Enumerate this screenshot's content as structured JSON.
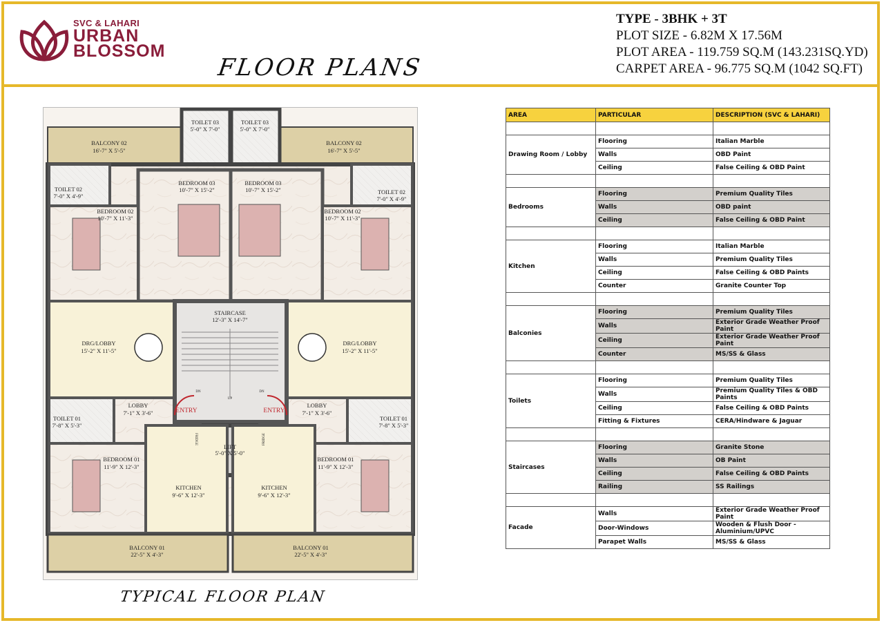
{
  "brand": {
    "top": "SVC & LAHARI",
    "line1": "URBAN",
    "line2": "BLOSSOM"
  },
  "page_title": "FLOOR PLANS",
  "specs": {
    "type": "TYPE - 3BHK + 3T",
    "plot_size": "PLOT SIZE - 6.82M X 17.56M",
    "plot_area": "PLOT AREA - 119.759 SQ.M (143.231SQ.YD)",
    "carpet_area": "CARPET AREA - 96.775 SQ.M (1042 SQ.FT)"
  },
  "plan": {
    "caption": "TYPICAL FLOOR PLAN",
    "rooms": {
      "toilet03_l": [
        "TOILET 03",
        "5'-0\" X 7'-0\""
      ],
      "toilet03_r": [
        "TOILET 03",
        "5'-0\" X 7'-0\""
      ],
      "balcony02_l": [
        "BALCONY 02",
        "16'-7\" X 5'-5\""
      ],
      "balcony02_r": [
        "BALCONY 02",
        "16'-7\" X 5'-5\""
      ],
      "toilet02_l": [
        "TOILET 02",
        "7'-0\" X 4'-9\""
      ],
      "toilet02_r": [
        "TOILET 02",
        "7'-0\" X 4'-9\""
      ],
      "bedroom03_l": [
        "BEDROOM 03",
        "10'-7\" X 15'-2\""
      ],
      "bedroom03_r": [
        "BEDROOM 03",
        "10'-7\" X 15'-2\""
      ],
      "bedroom02_l": [
        "BEDROOM 02",
        "10'-7\" X 11'-3\""
      ],
      "bedroom02_r": [
        "BEDROOM 02",
        "10'-7\" X 11'-3\""
      ],
      "staircase": [
        "STAIRCASE",
        "12'-3\" X 14'-7\""
      ],
      "drg_l": [
        "DRG/LOBBY",
        "15'-2\" X 11'-5\""
      ],
      "drg_r": [
        "DRG/LOBBY",
        "15'-2\" X 11'-5\""
      ],
      "lobby_l": [
        "LOBBY",
        "7'-1\" X 3'-6\""
      ],
      "lobby_r": [
        "LOBBY",
        "7'-1\" X 3'-6\""
      ],
      "toilet01_l": [
        "TOILET 01",
        "7'-8\" X 5'-3\""
      ],
      "toilet01_r": [
        "TOILET 01",
        "7'-8\" X 5'-3\""
      ],
      "lift": [
        "LIFT",
        "5'-0\" X 5'-0\""
      ],
      "bedroom01_l": [
        "BEDROOM 01",
        "11'-9\" X 12'-3\""
      ],
      "bedroom01_r": [
        "BEDROOM 01",
        "11'-9\" X 12'-3\""
      ],
      "kitchen_l": [
        "KITCHEN",
        "9'-6\" X 12'-3\""
      ],
      "kitchen_r": [
        "KITCHEN",
        "9'-6\" X 12'-3\""
      ],
      "balcony01_l": [
        "BALCONY 01",
        "22'-5\" X 4'-3\""
      ],
      "balcony01_r": [
        "BALCONY 01",
        "22'-5\" X 4'-3\""
      ]
    },
    "entry": "ENTRY",
    "fridge": "FRIDGE",
    "stair_dn": "DN",
    "stair_up": "UP"
  },
  "table": {
    "headers": [
      "AREA",
      "PARTICULAR",
      "DESCRIPTION (SVC & LAHARI)"
    ],
    "groups": [
      {
        "area": "Drawing Room / Lobby",
        "shaded": false,
        "rows": [
          [
            "Flooring",
            "Italian Marble"
          ],
          [
            "Walls",
            "OBD Paint"
          ],
          [
            "Ceiling",
            "False Ceiling & OBD Paint"
          ]
        ]
      },
      {
        "area": "Bedrooms",
        "shaded": true,
        "rows": [
          [
            "Flooring",
            "Premium Quality Tiles"
          ],
          [
            "Walls",
            "OBD paint"
          ],
          [
            "Ceiling",
            "False Ceiling & OBD Paint"
          ]
        ]
      },
      {
        "area": "Kitchen",
        "shaded": false,
        "rows": [
          [
            "Flooring",
            "Italian Marble"
          ],
          [
            "Walls",
            "Premium Quality Tiles"
          ],
          [
            "Ceiling",
            "False Ceiling & OBD Paints"
          ],
          [
            "Counter",
            "Granite Counter Top"
          ]
        ]
      },
      {
        "area": "Balconies",
        "shaded": true,
        "rows": [
          [
            "Flooring",
            "Premium Quality Tiles"
          ],
          [
            "Walls",
            "Exterior Grade Weather Proof Paint"
          ],
          [
            "Ceiling",
            "Exterior Grade Weather Proof Paint"
          ],
          [
            "Counter",
            "MS/SS & Glass"
          ]
        ]
      },
      {
        "area": "Toilets",
        "shaded": false,
        "rows": [
          [
            "Flooring",
            "Premium Quality Tiles"
          ],
          [
            "Walls",
            "Premium Quality Tiles & OBD Paints"
          ],
          [
            "Ceiling",
            "False Ceiling & OBD Paints"
          ],
          [
            "Fitting & Fixtures",
            "CERA/Hindware & Jaguar"
          ]
        ]
      },
      {
        "area": "Staircases",
        "shaded": true,
        "rows": [
          [
            "Flooring",
            "Granite Stone"
          ],
          [
            "Walls",
            "OB Paint"
          ],
          [
            "Ceiling",
            "False Ceiling & OBD Paints"
          ],
          [
            "Railing",
            "SS Railings"
          ]
        ]
      },
      {
        "area": "Facade",
        "shaded": false,
        "rows": [
          [
            "Walls",
            "Exterior Grade Weather Proof Paint"
          ],
          [
            "Door-Windows",
            "Wooden & Flush Door - Aluminium/UPVC"
          ],
          [
            "Parapet Walls",
            "MS/SS & Glass"
          ]
        ]
      }
    ]
  },
  "colors": {
    "accent_gold": "#e6b82a",
    "brand_maroon": "#8a1d3a",
    "table_header": "#f7d23e",
    "table_shade": "#d3d0cc"
  }
}
